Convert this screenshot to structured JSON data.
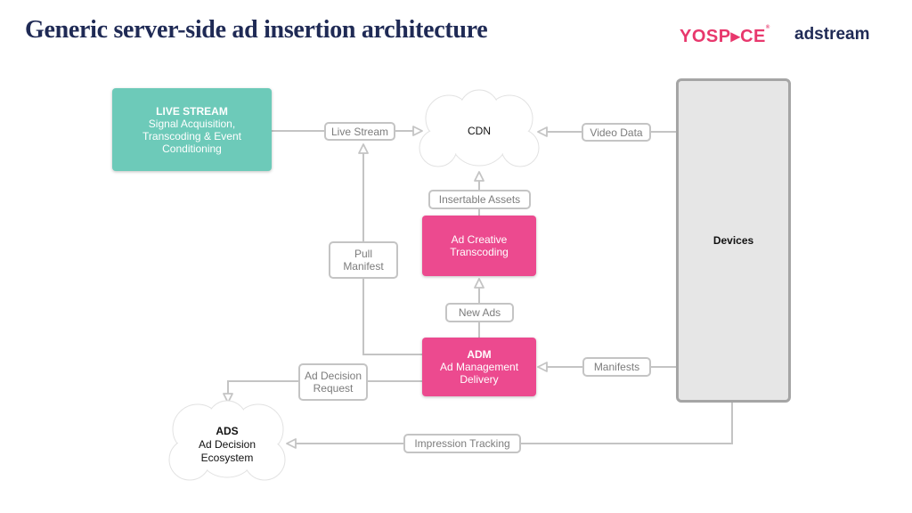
{
  "title": "Generic server-side ad insertion architecture",
  "logos": {
    "yospace": "YOSP▸CE",
    "yospace_reg": "®",
    "adstream": "adstream"
  },
  "nodes": {
    "live_stream": {
      "title": "LIVE STREAM",
      "line1": "Signal Acquisition,",
      "line2": "Transcoding & Event",
      "line3": "Conditioning"
    },
    "cdn": {
      "label": "CDN"
    },
    "ad_creative": {
      "line1": "Ad Creative",
      "line2": "Transcoding"
    },
    "adm": {
      "title": "ADM",
      "line1": "Ad Management",
      "line2": "Delivery"
    },
    "ads": {
      "title": "ADS",
      "line1": "Ad Decision",
      "line2": "Ecosystem"
    },
    "devices": {
      "label": "Devices"
    }
  },
  "edge_labels": {
    "live_stream": "Live Stream",
    "video_data": "Video Data",
    "insertable_assets": "Insertable Assets",
    "pull_manifest_1": "Pull",
    "pull_manifest_2": "Manifest",
    "new_ads": "New Ads",
    "manifests": "Manifests",
    "ad_decision_1": "Ad Decision",
    "ad_decision_2": "Request",
    "impression_tracking": "Impression Tracking"
  },
  "colors": {
    "title": "#1f2a55",
    "teal": "#6dcab9",
    "pink": "#ec4a8f",
    "line": "#c4c4c4",
    "devices_fill": "#e6e6e6"
  }
}
